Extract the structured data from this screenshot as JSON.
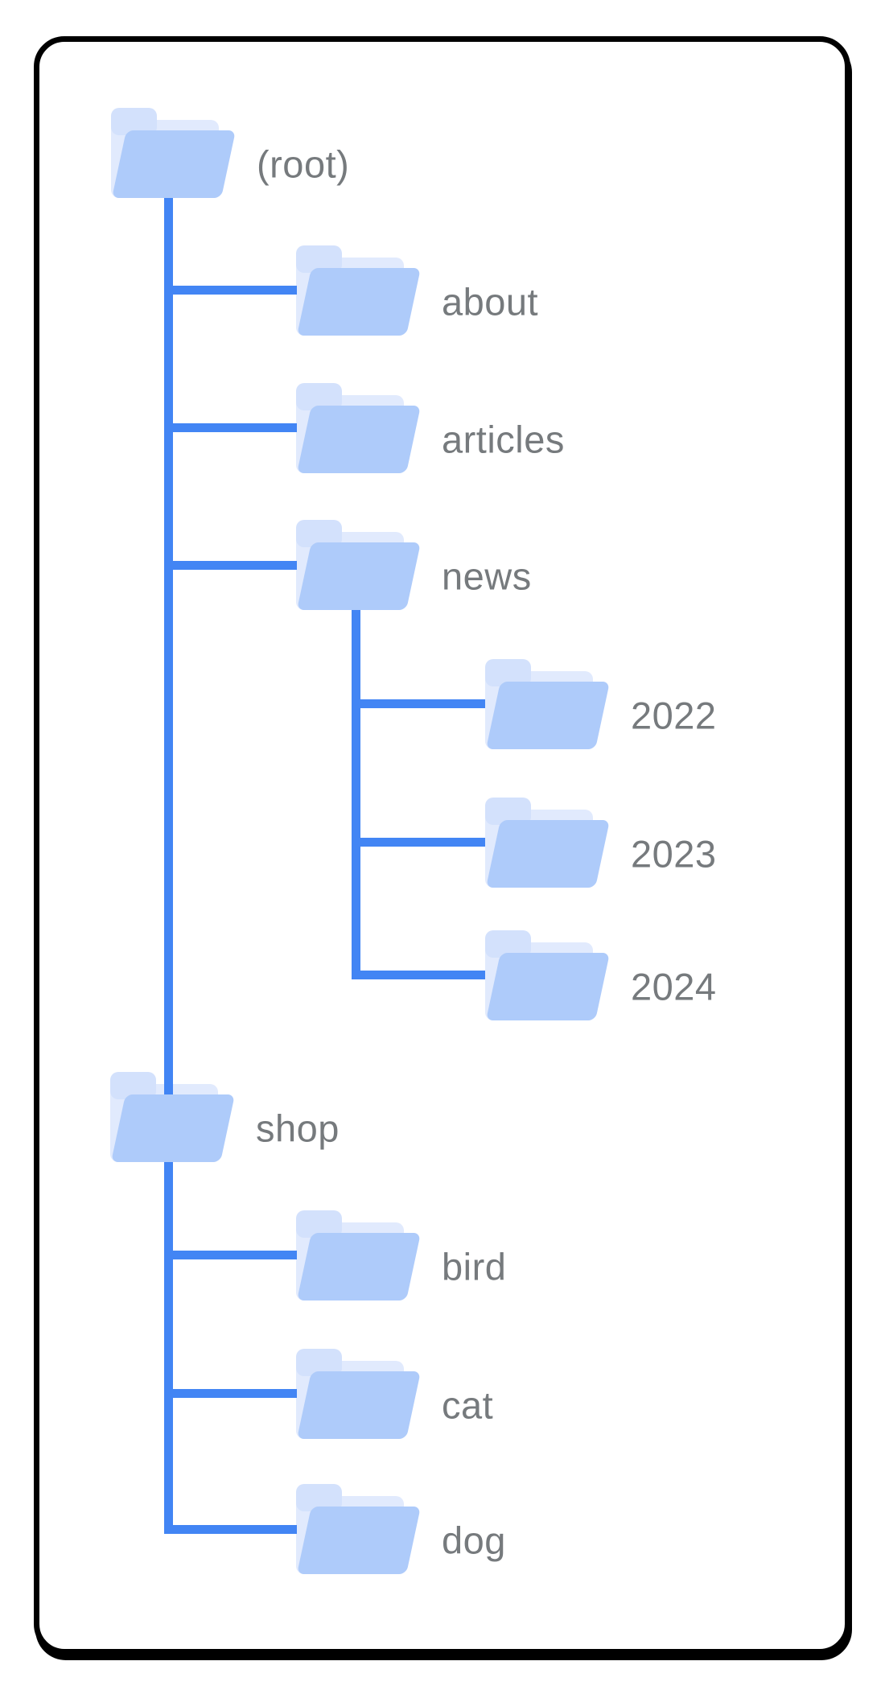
{
  "figure": {
    "background": "#ffffff",
    "card_border_color": "#000000",
    "line_color": "#4285f4",
    "folder_front_color": "#aecbfa",
    "folder_sheet_color": "#e1eafd",
    "folder_tab_color": "#d3e1fc",
    "label_color": "#767a7d"
  },
  "nodes": [
    {
      "id": "root",
      "label": "(root)",
      "depth": 0,
      "parent": null
    },
    {
      "id": "about",
      "label": "about",
      "depth": 1,
      "parent": "(root)"
    },
    {
      "id": "articles",
      "label": "articles",
      "depth": 1,
      "parent": "(root)"
    },
    {
      "id": "news",
      "label": "news",
      "depth": 1,
      "parent": "(root)"
    },
    {
      "id": "y2022",
      "label": "2022",
      "depth": 2,
      "parent": "news"
    },
    {
      "id": "y2023",
      "label": "2023",
      "depth": 2,
      "parent": "news"
    },
    {
      "id": "y2024",
      "label": "2024",
      "depth": 2,
      "parent": "news"
    },
    {
      "id": "shop",
      "label": "shop",
      "depth": 0,
      "parent": "(root)"
    },
    {
      "id": "bird",
      "label": "bird",
      "depth": 1,
      "parent": "shop"
    },
    {
      "id": "cat",
      "label": "cat",
      "depth": 1,
      "parent": "shop"
    },
    {
      "id": "dog",
      "label": "dog",
      "depth": 1,
      "parent": "shop"
    }
  ]
}
